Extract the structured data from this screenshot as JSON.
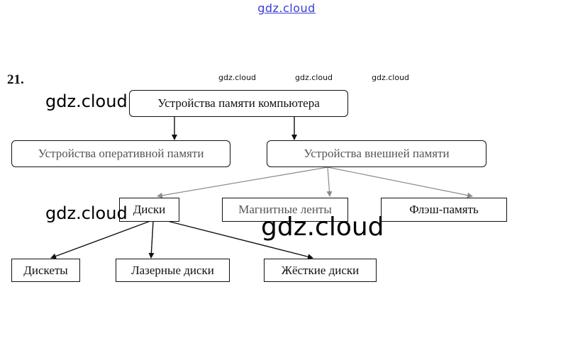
{
  "watermarks": {
    "top": "gdz.cloud",
    "small_1": "gdz.cloud",
    "small_2": "gdz.cloud",
    "small_3": "gdz.cloud",
    "left_1": "gdz.cloud",
    "left_2": "gdz.cloud",
    "center": "gdz.cloud"
  },
  "exercise_number": "21.",
  "diagram": {
    "root": "Устройства памяти компьютера",
    "level1": {
      "ram": "Устройства оперативной памяти",
      "external": "Устройства внешней памяти"
    },
    "level2": {
      "disks": "Диски",
      "tapes": "Магнитные ленты",
      "flash": "Флэш-память"
    },
    "level3": {
      "floppy": "Дискеты",
      "laser": "Лазерные диски",
      "hard": "Жёсткие диски"
    },
    "colors": {
      "line": "#111111",
      "faded_line": "#8a8a8a"
    }
  }
}
